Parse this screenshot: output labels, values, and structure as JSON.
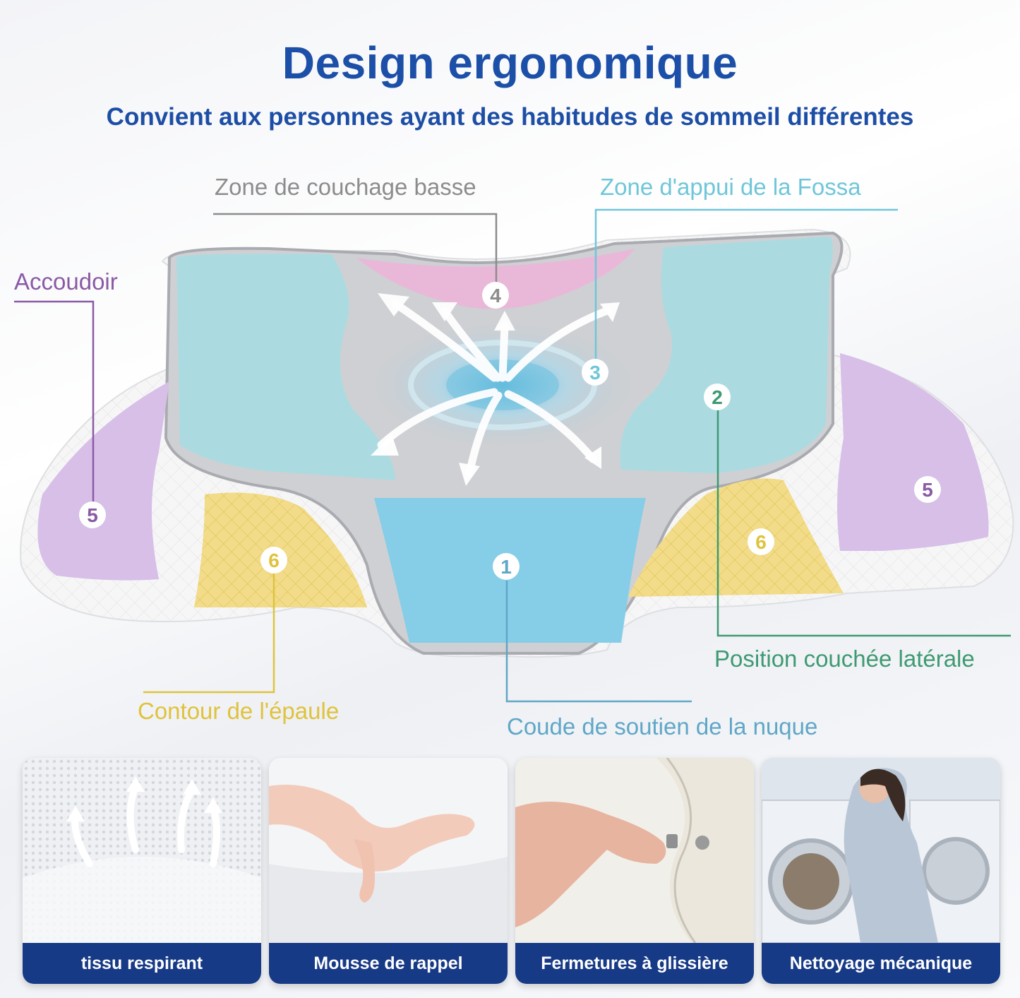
{
  "header": {
    "title": "Design ergonomique",
    "subtitle": "Convient aux personnes ayant des habitudes de sommeil différentes"
  },
  "callouts": {
    "low_zone": "Zone de couchage basse",
    "fossa_zone": "Zone d'appui de la Fossa",
    "armrest": "Accoudoir",
    "side_position": "Position couchée latérale",
    "shoulder_contour": "Contour de l'épaule",
    "neck_support": "Coude de soutien de la nuque"
  },
  "badges": {
    "neck": "1",
    "side": "2",
    "fossa": "3",
    "low": "4",
    "armrest_left": "5",
    "armrest_right": "5",
    "shoulder_left": "6",
    "shoulder_right": "6"
  },
  "colors": {
    "title": "#1c4fa8",
    "low_zone": "#8c8c8c",
    "fossa_zone": "#6fc6d9",
    "armrest": "#8a5aa6",
    "side_position": "#3e9a72",
    "shoulder_contour": "#e0c23c",
    "neck_support": "#5fa7c7",
    "caption_bar": "#173a86"
  },
  "features": [
    {
      "label": "tissu respirant",
      "icon": "breathable-fabric-icon"
    },
    {
      "label": "Mousse de rappel",
      "icon": "hand-on-foam-icon"
    },
    {
      "label": "Fermetures à glissière",
      "icon": "zipper-icon"
    },
    {
      "label": "Nettoyage mécanique",
      "icon": "washing-machine-icon"
    }
  ]
}
